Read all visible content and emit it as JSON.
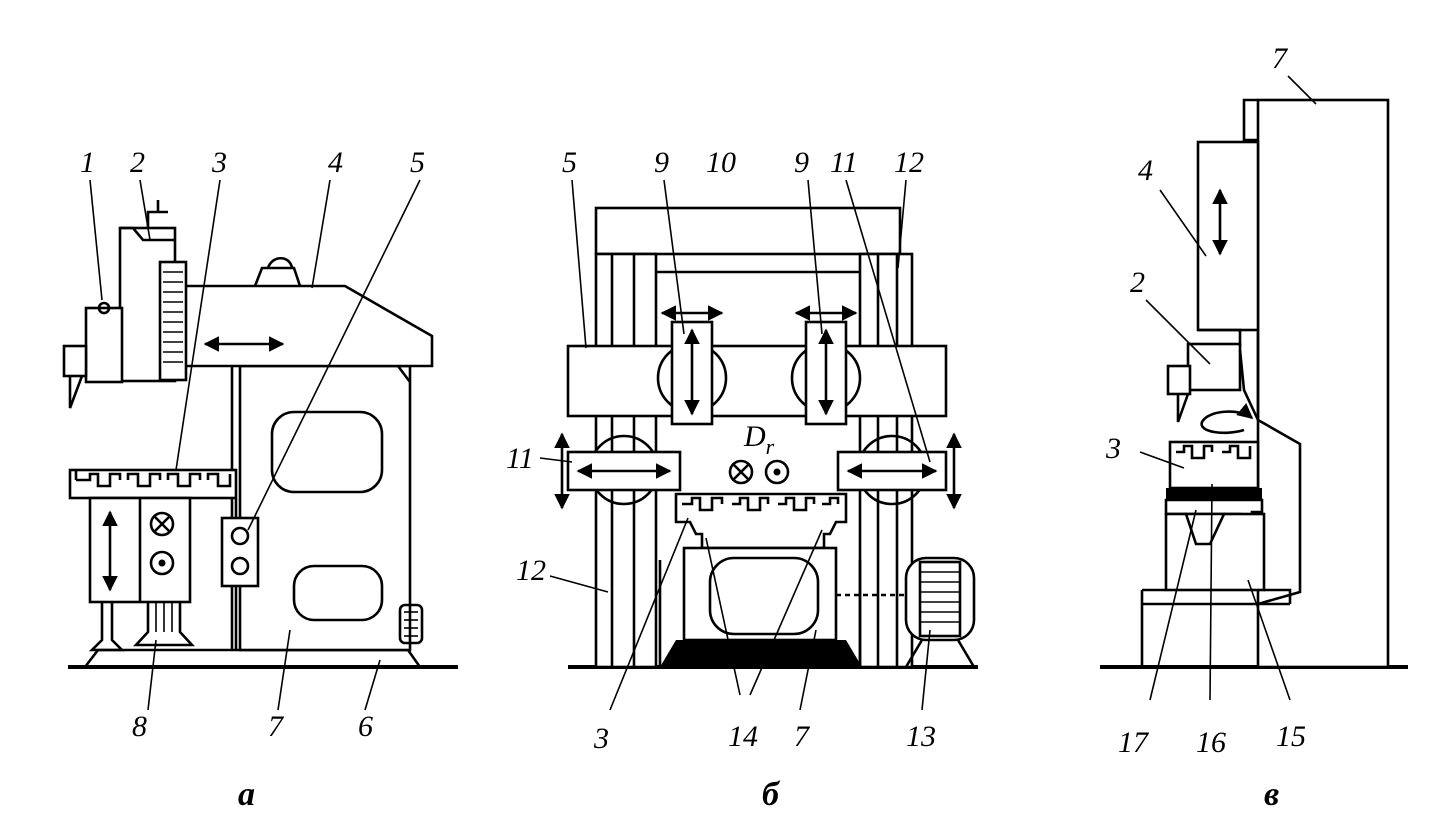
{
  "figure_a": {
    "caption": "а",
    "labels": {
      "l1": "1",
      "l2": "2",
      "l3": "3",
      "l4": "4",
      "l5": "5",
      "l6": "6",
      "l7": "7",
      "l8": "8"
    }
  },
  "figure_b": {
    "caption": "б",
    "labels": {
      "l5": "5",
      "l9a": "9",
      "l10": "10",
      "l9b": "9",
      "l11a": "11",
      "l12a": "12",
      "l11b": "11",
      "l12b": "12",
      "l3": "3",
      "l14": "14",
      "l7": "7",
      "l13": "13"
    },
    "symbol_main": "D",
    "symbol_sub": "r"
  },
  "figure_c": {
    "caption": "в",
    "labels": {
      "l7": "7",
      "l4": "4",
      "l2": "2",
      "l3": "3",
      "l17": "17",
      "l16": "16",
      "l15": "15"
    }
  }
}
